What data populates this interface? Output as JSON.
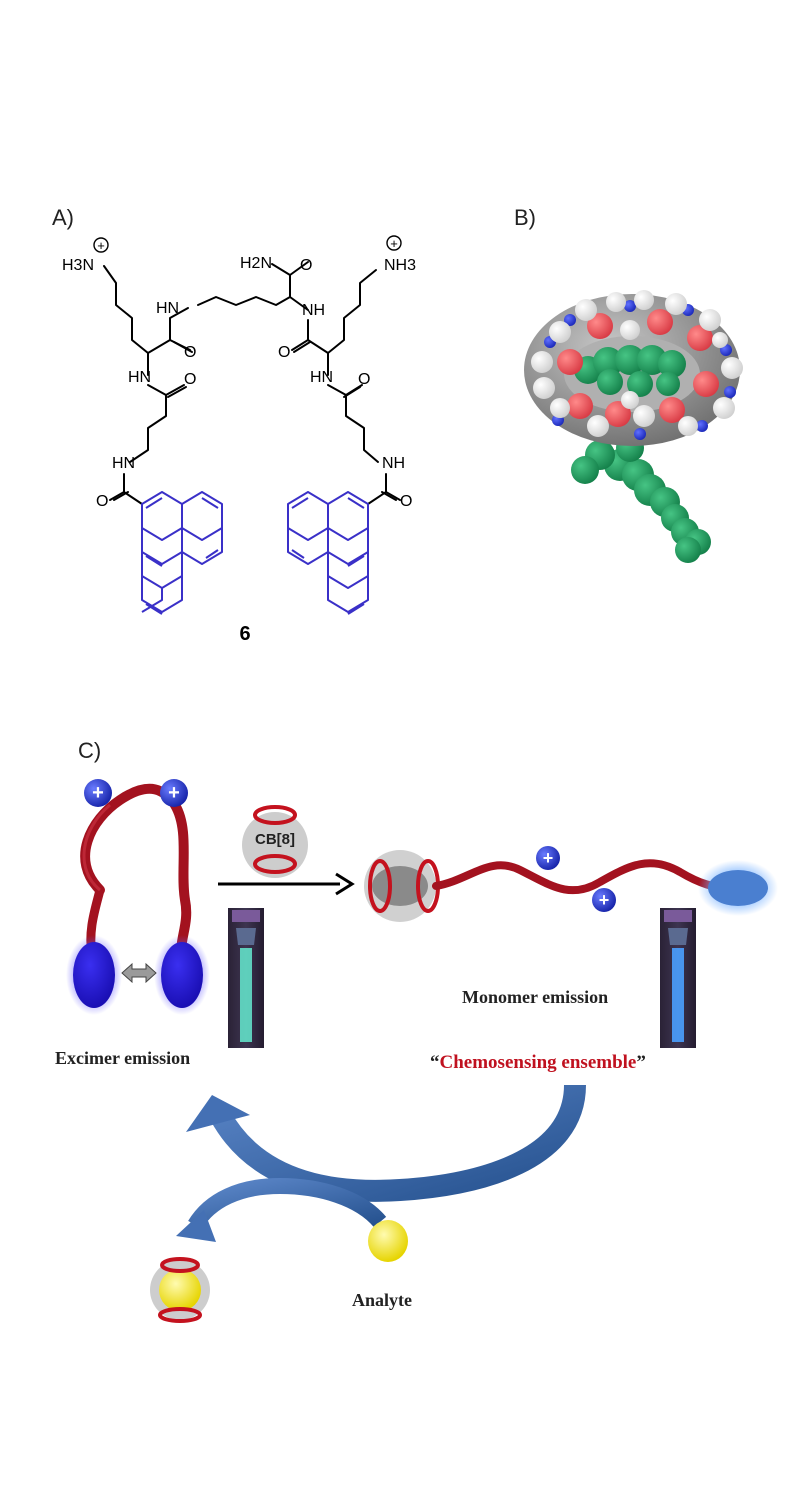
{
  "panels": {
    "a": {
      "label": "A)",
      "compound_number": "6",
      "atoms": {
        "nh3_left": "H3N",
        "nh3_right": "NH3",
        "h2n": "H2N",
        "hn1": "HN",
        "nh1": "NH",
        "hn2": "HN",
        "hn3": "HN",
        "hn4": "HN",
        "nh2": "NH",
        "o": "O",
        "plus": "+"
      },
      "colors": {
        "bond": "#000000",
        "pyrene": "#3a30c8"
      }
    },
    "b": {
      "label": "B)",
      "colors": {
        "host_carbon": "#8c8c8c",
        "oxygen": "#e8505b",
        "nitrogen": "#2a3adc",
        "hydrogen": "#ffffff",
        "guest": "#1a9a5a"
      }
    },
    "c": {
      "label": "C)",
      "host_label": "CB[8]",
      "excimer_label": "Excimer emission",
      "monomer_label": "Monomer emission",
      "ensemble_quote_open": "“",
      "ensemble_label": "Chemosensing ensemble",
      "ensemble_quote_close": "”",
      "analyte_label": "Analyte",
      "charge_symbol": "+",
      "colors": {
        "ribbon": "#a3121f",
        "pyrene": "#2a1bd6",
        "monomer_glow": "#4a7fd0",
        "arrow_blue": "#2d5aa0",
        "analyte": "#f2e600",
        "ensemble_text": "#c0111f"
      }
    }
  }
}
